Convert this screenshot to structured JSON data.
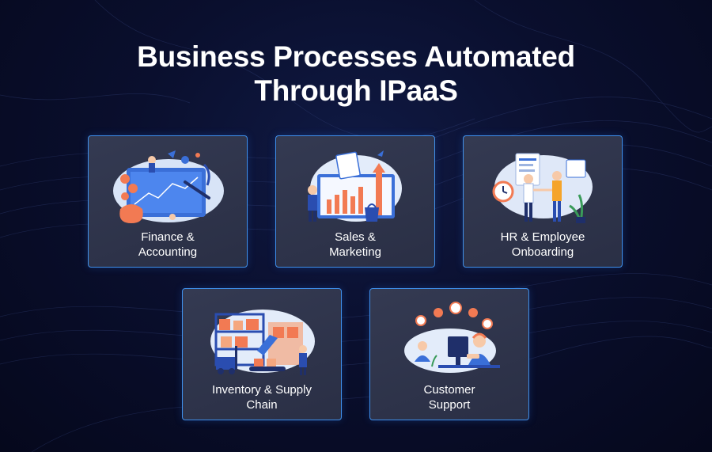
{
  "title": {
    "line1": "Business Processes Automated",
    "line2": "Through IPaaS"
  },
  "colors": {
    "background": "#0a0f2e",
    "card": "#2f344b",
    "card_border": "#3f8fea",
    "accent": "#f27a53",
    "text": "#ffffff"
  },
  "cards": [
    {
      "line1": "Finance &",
      "line2": "Accounting",
      "icon": "finance-illustration-icon"
    },
    {
      "line1": "Sales &",
      "line2": "Marketing",
      "icon": "sales-chart-illustration-icon"
    },
    {
      "line1": "HR & Employee",
      "line2": "Onboarding",
      "icon": "hr-handshake-illustration-icon"
    },
    {
      "line1": "Inventory & Supply",
      "line2": "Chain",
      "icon": "warehouse-forklift-illustration-icon"
    },
    {
      "line1": "Customer",
      "line2": "Support",
      "icon": "support-agent-illustration-icon"
    }
  ]
}
